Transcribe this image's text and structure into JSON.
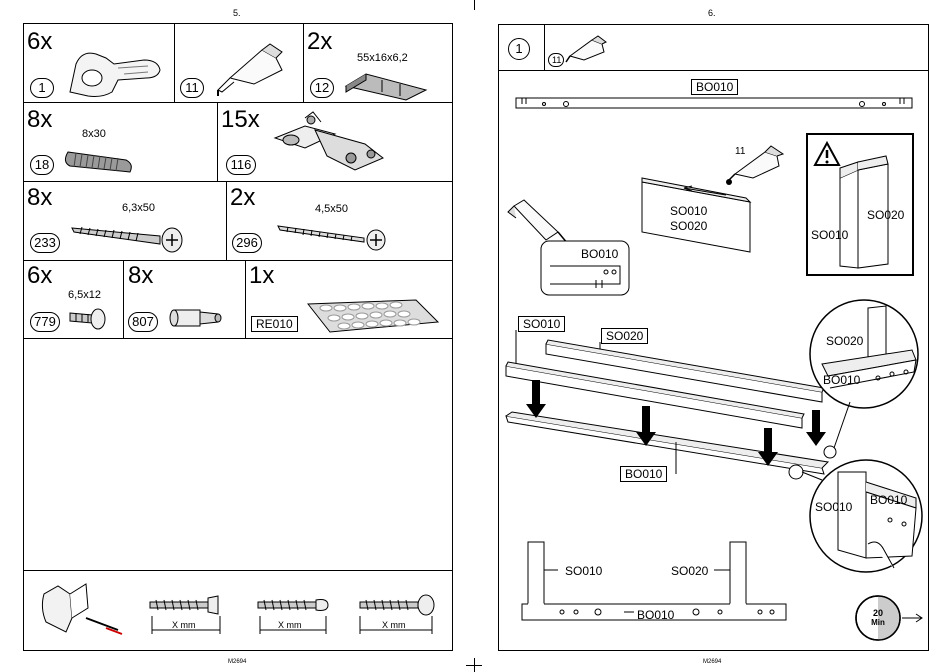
{
  "left_page": {
    "page_number": "5.",
    "footer_code": "M2694",
    "parts": [
      {
        "qty": "6x",
        "id": "1",
        "icon": "hinge-plate-icon"
      },
      {
        "qty": "",
        "id": "11",
        "icon": "glue-tube-icon"
      },
      {
        "qty": "2x",
        "id": "12",
        "size": "55x16x6,2",
        "icon": "wedge-icon"
      },
      {
        "qty": "8x",
        "id": "18",
        "size": "8x30",
        "icon": "dowel-icon"
      },
      {
        "qty": "15x",
        "id": "116",
        "icon": "cabinet-hinge-icon"
      },
      {
        "qty": "8x",
        "id": "233",
        "size": "6,3x50",
        "icon": "screw-icon"
      },
      {
        "qty": "2x",
        "id": "296",
        "size": "4,5x50",
        "icon": "screw-icon"
      },
      {
        "qty": "6x",
        "id": "779",
        "size": "6,5x12",
        "icon": "short-screw-icon"
      },
      {
        "qty": "8x",
        "id": "807",
        "icon": "shelf-pin-icon"
      },
      {
        "qty": "1x",
        "id": "RE010",
        "icon": "felt-pads-icon"
      }
    ],
    "bottom_strip": {
      "measures": [
        "X mm",
        "X mm",
        "X mm"
      ]
    }
  },
  "right_page": {
    "page_number": "6.",
    "footer_code": "M2694",
    "step_number": "1",
    "glue_ref": "11",
    "labels": {
      "bo010_top": "BO010",
      "glue_num": "11",
      "so010_mid": "SO010",
      "so020_mid": "SO020",
      "bo010_detail": "BO010",
      "warn_so010": "SO010",
      "warn_so020": "SO020",
      "so010_box": "SO010",
      "so020_box": "SO020",
      "bo010_box": "BO010",
      "circle_so020": "SO020",
      "circle_bo010": "BO010",
      "circle2_so010": "SO010",
      "circle2_bo010": "BO010",
      "bottom_so010": "SO010",
      "bottom_so020": "SO020",
      "bottom_bo010": "BO010"
    },
    "timer": {
      "value": "20",
      "unit": "Min"
    }
  }
}
